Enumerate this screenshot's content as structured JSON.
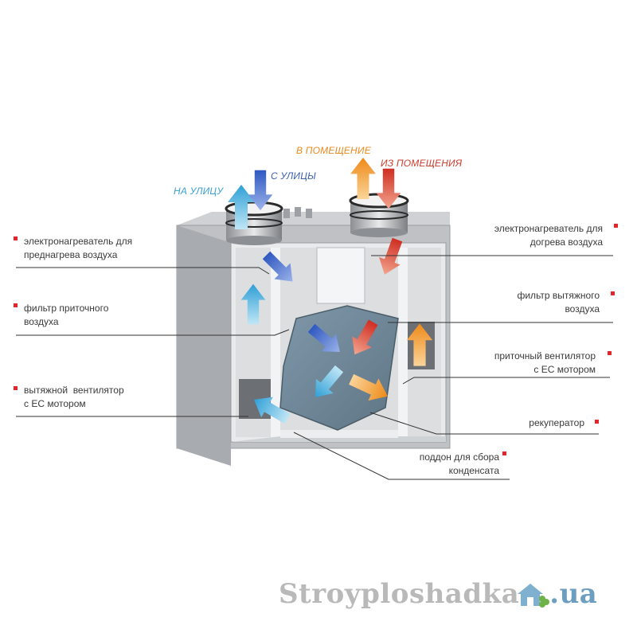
{
  "flows": {
    "to_street": "НА УЛИЦУ",
    "from_street": "С УЛИЦЫ",
    "to_room": "В ПОМЕЩЕНИЕ",
    "from_room": "ИЗ ПОМЕЩЕНИЯ"
  },
  "labels": {
    "preheater_l1": "электронагреватель для",
    "preheater_l2": "преднагрева воздуха",
    "supply_filter_l1": "фильтр приточного",
    "supply_filter_l2": "воздуха",
    "exhaust_fan_l1": "вытяжной  вентилятор",
    "exhaust_fan_l2": "с ЕС мотором",
    "postheater_l1": "электронагреватель для",
    "postheater_l2": "догрева воздуха",
    "exhaust_filter_l1": "фильтр вытяжного",
    "exhaust_filter_l2": "воздуха",
    "supply_fan_l1": "приточный вентилятор",
    "supply_fan_l2": "с ЕС мотором",
    "recuperator": "рекуператор",
    "tray_l1": "поддон для сбора",
    "tray_l2": "конденсата"
  },
  "watermark": {
    "main": "Stroyploshadka",
    "tld": ".ua"
  },
  "colors": {
    "marker": "#e3262b",
    "cold_arrow": "#3aa7d8",
    "blue_arrow": "#3e68c8",
    "red_arrow": "#d9412e",
    "orange_arrow": "#f09a2c",
    "to_street_text": "#3aa0d4",
    "from_street_text": "#3c5fb0",
    "to_room_text": "#e88a1e",
    "from_room_text": "#cc3b2c"
  }
}
